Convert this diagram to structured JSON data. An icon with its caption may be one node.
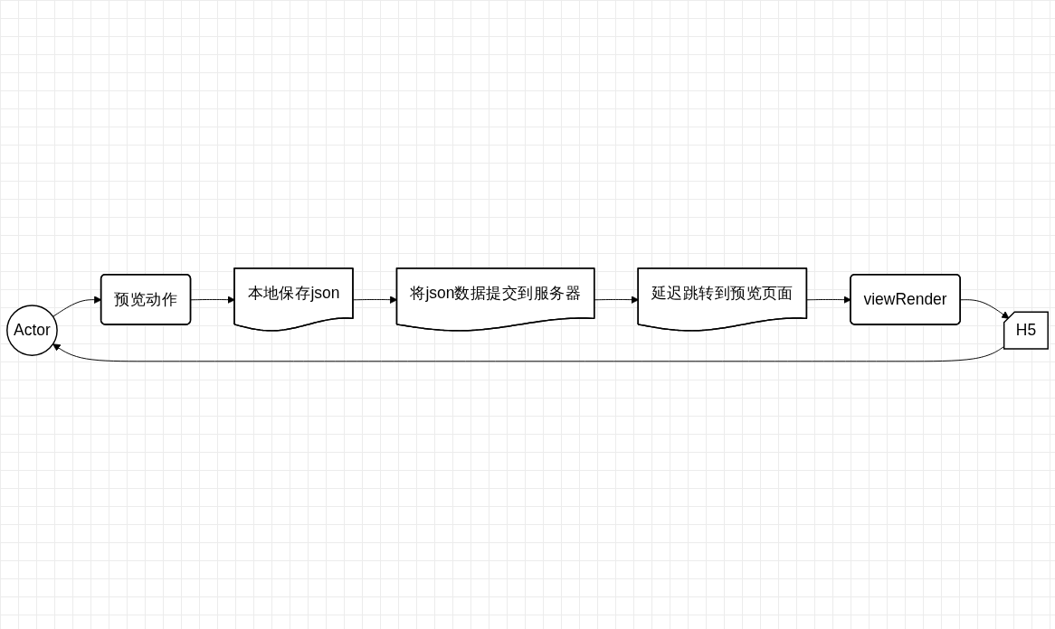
{
  "diagram": {
    "nodes": [
      {
        "text": [
          "Actor"
        ]
      },
      {
        "text": [
          "预览动作"
        ]
      },
      {
        "text": [
          "本地保存json"
        ]
      },
      {
        "text": [
          "将json数据提交到服务器"
        ]
      },
      {
        "text": [
          "延迟跳转到预览页面"
        ]
      },
      {
        "text": [
          "viewRender"
        ]
      },
      {
        "text": [
          "H5"
        ]
      }
    ],
    "edges": [
      {
        "from": 0,
        "to": 1,
        "arrow": "to"
      },
      {
        "from": 1,
        "to": 2,
        "arrow": "to"
      },
      {
        "from": 2,
        "to": 3,
        "arrow": "to"
      },
      {
        "from": 3,
        "to": 4,
        "arrow": "to"
      },
      {
        "from": 4,
        "to": 5,
        "arrow": "to"
      },
      {
        "from": 5,
        "to": 6,
        "arrow": "to"
      },
      {
        "from": 6,
        "to": 0,
        "arrow": "to"
      }
    ]
  }
}
